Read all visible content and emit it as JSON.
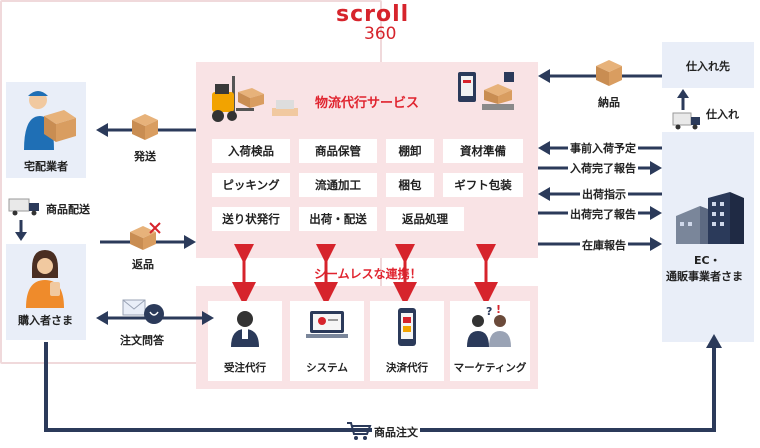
{
  "logo": {
    "line1": "scroll",
    "line2": "360"
  },
  "service": {
    "title": "物流代行サービス",
    "items": [
      "入荷検品",
      "商品保管",
      "棚卸",
      "資材準備",
      "ピッキング",
      "流通加工",
      "梱包",
      "ギフト包装",
      "送り状発行",
      "出荷・配送",
      "返品処理"
    ]
  },
  "seamless": "シームレスな連携！",
  "tools": [
    "受注代行",
    "システム",
    "決済代行",
    "マーケティング"
  ],
  "left": {
    "delivery_company": "宅配業者",
    "buyer": "購入者さま",
    "ship": "発送",
    "product_delivery": "商品配送",
    "return": "返品",
    "order_inquiry": "注文問答"
  },
  "right": {
    "supplier": "仕入れ先",
    "stock_in": "納品",
    "purchase": "仕入れ",
    "ec_line1": "EC・",
    "ec_line2": "通販事業者さま",
    "flows": [
      "事前入荷予定",
      "入荷完了報告",
      "出荷指示",
      "出荷完了報告",
      "在庫報告"
    ]
  },
  "bottom": {
    "product_order": "商品注文"
  },
  "colors": {
    "accent_red": "#e0242f",
    "navy": "#2b3a5a",
    "pink_panel": "#f9e3e5",
    "side_panel": "#e9eef8"
  }
}
